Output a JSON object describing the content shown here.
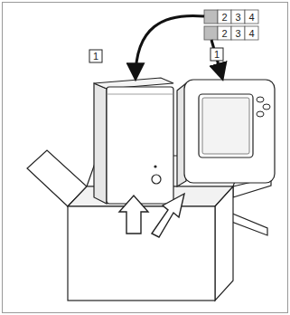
{
  "diagram": {
    "labels": [
      "2",
      "3",
      "4",
      "2",
      "3",
      "4",
      "1",
      "1"
    ]
  }
}
